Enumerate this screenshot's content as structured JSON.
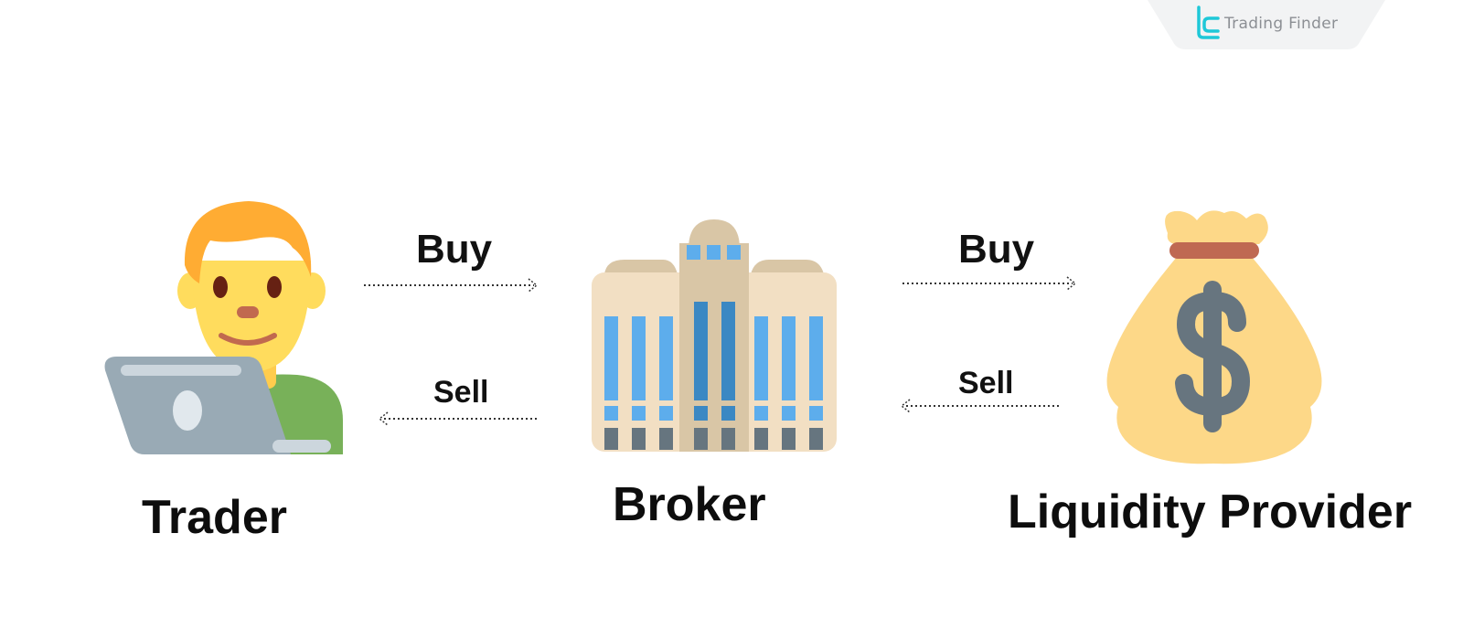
{
  "logo": {
    "text": "Trading Finder",
    "icon": "trading-finder-logo-icon",
    "accent": "#1ec8d8"
  },
  "nodes": [
    {
      "label": "Trader",
      "icon": "trader-at-laptop-icon"
    },
    {
      "label": "Broker",
      "icon": "office-building-icon"
    },
    {
      "label": "Liquidity Provider",
      "icon": "money-bag-icon"
    }
  ],
  "flows": {
    "trader_broker_buy": "Buy",
    "trader_broker_sell": "Sell",
    "broker_lp_buy": "Buy",
    "broker_lp_sell": "Sell"
  },
  "colors": {
    "text": "#111111",
    "arrow": "#333333"
  }
}
